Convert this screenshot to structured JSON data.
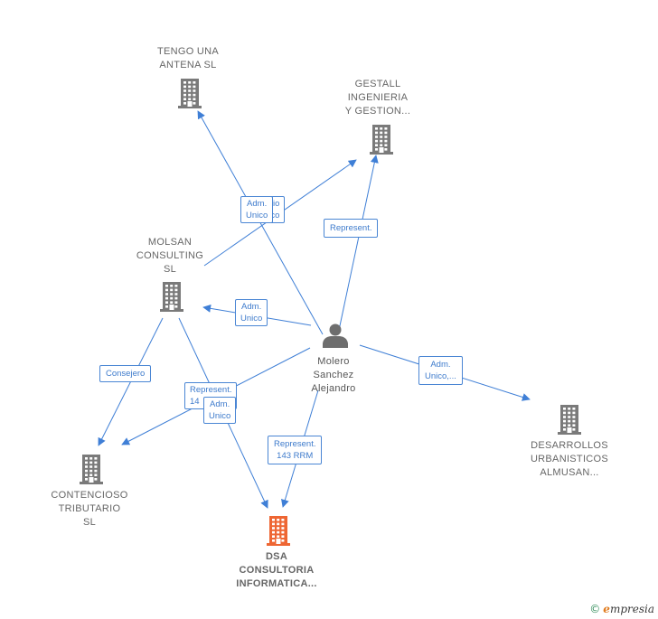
{
  "colors": {
    "edge": "#3f7fd6",
    "company": "#7a7a7a",
    "focus_company": "#ee6633",
    "person": "#6e6e6e"
  },
  "nodes": {
    "tengo": {
      "lines": [
        "TENGO UNA",
        "ANTENA  SL"
      ],
      "icon": "building-icon"
    },
    "gestall": {
      "lines": [
        "GESTALL",
        "INGENIERIA",
        "Y GESTION..."
      ],
      "icon": "building-icon"
    },
    "molsan": {
      "lines": [
        "MOLSAN",
        "CONSULTING",
        "SL"
      ],
      "icon": "building-icon"
    },
    "contencioso": {
      "lines": [
        "CONTENCIOSO",
        "TRIBUTARIO",
        "SL"
      ],
      "icon": "building-icon"
    },
    "dsa": {
      "lines": [
        "DSA",
        "CONSULTORIA",
        "INFORMATICA..."
      ],
      "icon": "building-icon"
    },
    "desarrollos": {
      "lines": [
        "DESARROLLOS",
        "URBANISTICOS",
        "ALMUSAN..."
      ],
      "icon": "building-icon"
    },
    "molero": {
      "lines": [
        "Molero",
        "Sanchez",
        "Alejandro"
      ],
      "icon": "person-icon"
    }
  },
  "edge_labels": {
    "molsan_gestall": [
      "cio",
      "nico"
    ],
    "molero_tengo": [
      "Adm.",
      "Unico"
    ],
    "molero_gestall": [
      "Represent."
    ],
    "molero_molsan": [
      "Adm.",
      "Unico"
    ],
    "molsan_contencioso": [
      "Consejero"
    ],
    "molero_contencioso": [
      "Represent.",
      "14"
    ],
    "molsan_dsa": [
      "Adm.",
      "Unico"
    ],
    "molero_dsa": [
      "Represent.",
      "143 RRM"
    ],
    "molero_desarrollos": [
      "Adm.",
      "Unico,..."
    ]
  },
  "brand": {
    "copyright": "©",
    "initial": "e",
    "rest": "mpresia"
  }
}
